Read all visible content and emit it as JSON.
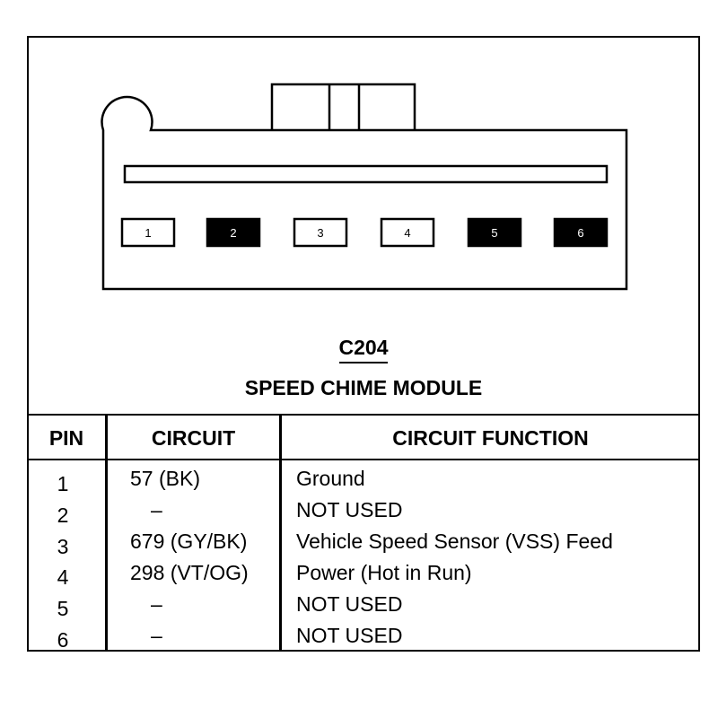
{
  "connector": {
    "id": "C204",
    "title": "SPEED CHIME MODULE",
    "pins": [
      {
        "label": "1",
        "filled": false
      },
      {
        "label": "2",
        "filled": true
      },
      {
        "label": "3",
        "filled": false
      },
      {
        "label": "4",
        "filled": false
      },
      {
        "label": "5",
        "filled": true
      },
      {
        "label": "6",
        "filled": true
      }
    ]
  },
  "table": {
    "headers": {
      "pin": "PIN",
      "circuit": "CIRCUIT",
      "function": "CIRCUIT FUNCTION"
    },
    "rows": [
      {
        "pin": "1",
        "circuit": "57 (BK)",
        "function": "Ground"
      },
      {
        "pin": "2",
        "circuit": "–",
        "function": "NOT USED"
      },
      {
        "pin": "3",
        "circuit": "679 (GY/BK)",
        "function": "Vehicle Speed Sensor (VSS) Feed"
      },
      {
        "pin": "4",
        "circuit": "298 (VT/OG)",
        "function": "Power (Hot in Run)"
      },
      {
        "pin": "5",
        "circuit": "–",
        "function": "NOT USED"
      },
      {
        "pin": "6",
        "circuit": "–",
        "function": "NOT USED"
      }
    ]
  },
  "colors": {
    "line": "#000000",
    "fill_dark": "#000000",
    "fill_light": "#ffffff"
  }
}
